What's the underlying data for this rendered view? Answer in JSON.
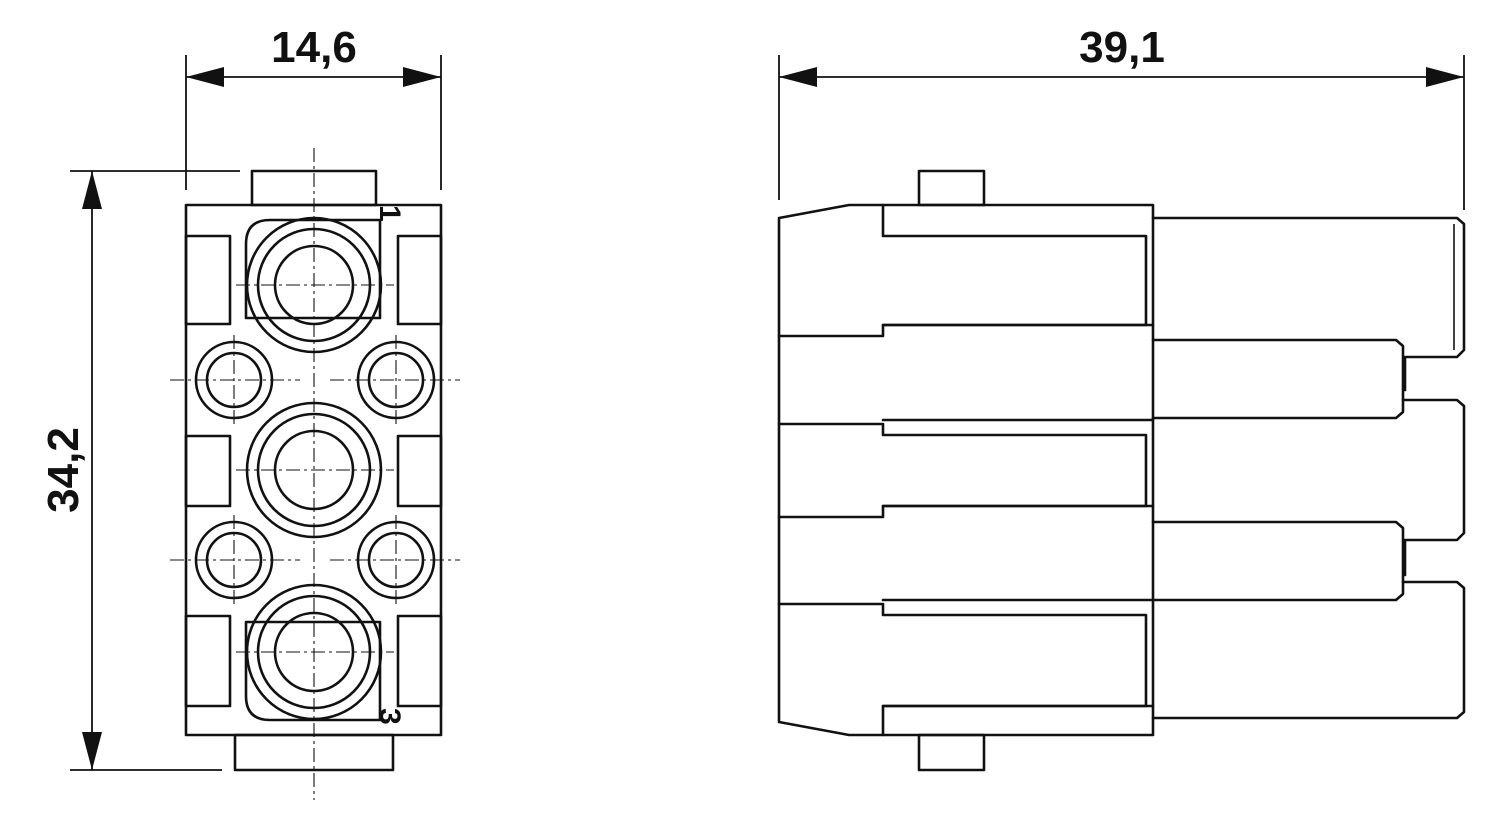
{
  "dimensions": {
    "front_width": "14,6",
    "front_height": "34,2",
    "side_length": "39,1"
  },
  "pin_labels": {
    "top": "1",
    "bottom": "3"
  }
}
